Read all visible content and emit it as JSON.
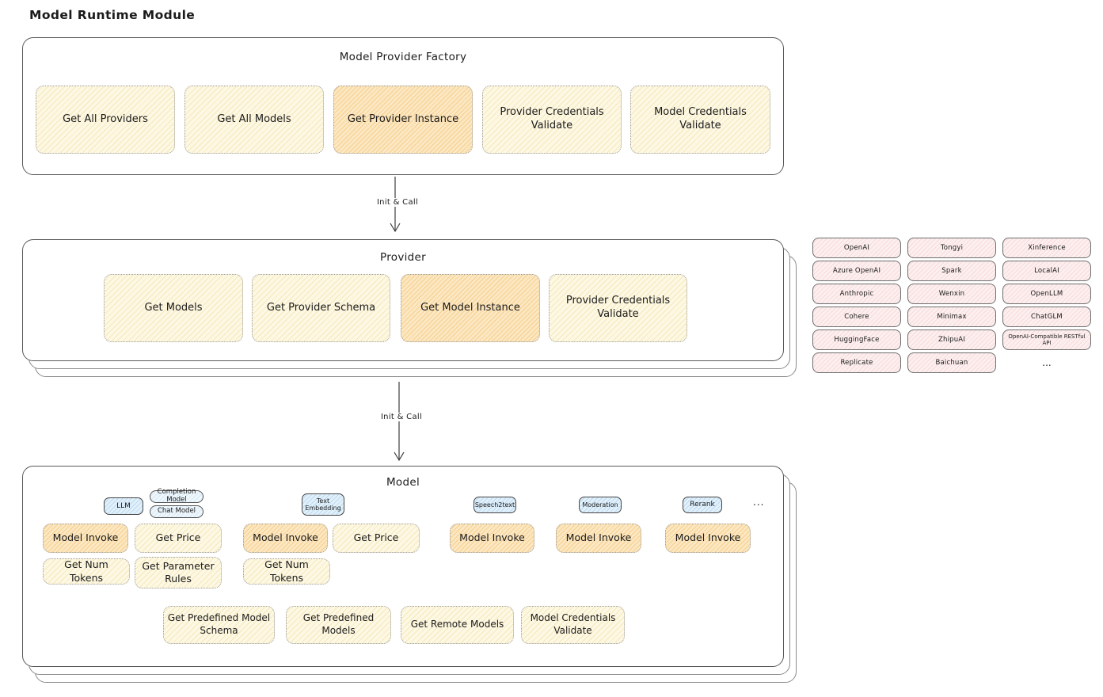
{
  "title": "Model Runtime Module",
  "colors": {
    "node_yellow": "#fdf8e3",
    "node_orange": "#fbe7c2",
    "provider_pink": "#fcefef",
    "tab_blue": "#e2f0fa"
  },
  "factory": {
    "title": "Model Provider Factory",
    "boxes": [
      {
        "label": "Get All Providers",
        "highlight": false
      },
      {
        "label": "Get All Models",
        "highlight": false
      },
      {
        "label": "Get Provider Instance",
        "highlight": true
      },
      {
        "label": "Provider Credentials Validate",
        "highlight": false
      },
      {
        "label": "Model Credentials Validate",
        "highlight": false
      }
    ]
  },
  "arrows": {
    "factory_to_provider": "Init & Call",
    "provider_to_model": "Init & Call"
  },
  "provider": {
    "title": "Provider",
    "boxes": [
      {
        "label": "Get Models",
        "highlight": false
      },
      {
        "label": "Get Provider Schema",
        "highlight": false
      },
      {
        "label": "Get Model Instance",
        "highlight": true
      },
      {
        "label": "Provider Credentials Validate",
        "highlight": false
      }
    ]
  },
  "provider_grid": {
    "items": [
      "OpenAI",
      "Tongyi",
      "Xinference",
      "Azure OpenAI",
      "Spark",
      "LocalAI",
      "Anthropic",
      "Wenxin",
      "OpenLLM",
      "Cohere",
      "Minimax",
      "ChatGLM",
      "HuggingFace",
      "ZhipuAI",
      "OpenAI-Compatible RESTful API",
      "Replicate",
      "Baichuan"
    ],
    "more_label": "..."
  },
  "model": {
    "title": "Model",
    "tabs": {
      "llm": "LLM",
      "completion_model": "Completion Model",
      "chat_model": "Chat Model",
      "text_embedding": "Text Embedding",
      "speech2text": "Speech2text",
      "moderation": "Moderation",
      "rerank": "Rerank",
      "more": "..."
    },
    "llm_ops": [
      "Model Invoke",
      "Get Price",
      "Get Num Tokens",
      "Get Parameter Rules"
    ],
    "text_embedding_ops": [
      "Model Invoke",
      "Get Price",
      "Get Num Tokens"
    ],
    "speech2text_ops": [
      "Model Invoke"
    ],
    "moderation_ops": [
      "Model Invoke"
    ],
    "rerank_ops": [
      "Model Invoke"
    ],
    "bottom_ops": [
      "Get Predefined Model Schema",
      "Get Predefined Models",
      "Get Remote Models",
      "Model Credentials Validate"
    ]
  }
}
